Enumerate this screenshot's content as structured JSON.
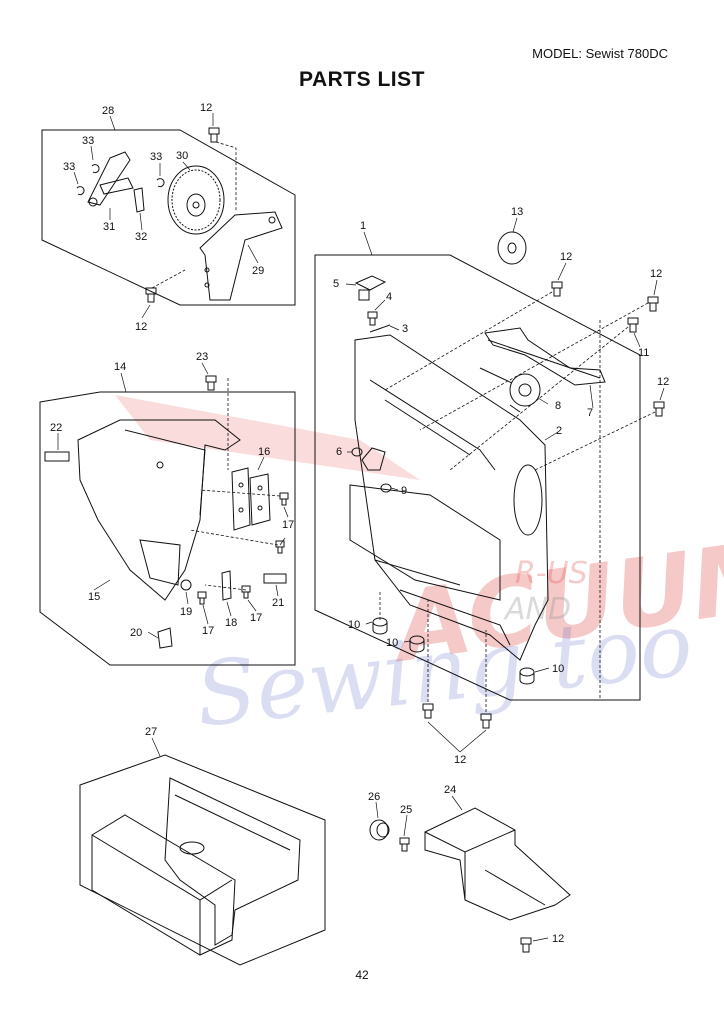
{
  "header": {
    "model": "MODEL: Sewist 780DC",
    "title": "PARTS LIST"
  },
  "footer": {
    "page_number": "42"
  },
  "watermark": {
    "line1": "ACUUMS",
    "line2": "R-US",
    "line3": "AND",
    "line4": "Sewing too"
  },
  "callouts": {
    "c1": "1",
    "c2": "2",
    "c3": "3",
    "c4": "4",
    "c5": "5",
    "c6": "6",
    "c7": "7",
    "c8": "8",
    "c9": "9",
    "c10a": "10",
    "c10b": "10",
    "c10c": "10",
    "c11": "11",
    "c12a": "12",
    "c12b": "12",
    "c12c": "12",
    "c12d": "12",
    "c12e": "12",
    "c12f": "12",
    "c12g": "12",
    "c13": "13",
    "c14": "14",
    "c15": "15",
    "c16": "16",
    "c17a": "17",
    "c17b": "17",
    "c17c": "17",
    "c18": "18",
    "c19": "19",
    "c20": "20",
    "c21": "21",
    "c22": "22",
    "c23": "23",
    "c24": "24",
    "c25": "25",
    "c26": "26",
    "c27": "27",
    "c28": "28",
    "c29": "29",
    "c30": "30",
    "c31": "31",
    "c32": "32",
    "c33a": "33",
    "c33b": "33",
    "c33c": "33"
  },
  "colors": {
    "line": "#111111",
    "watermark_red": "#dc2828",
    "watermark_blue": "#5a64c8"
  }
}
